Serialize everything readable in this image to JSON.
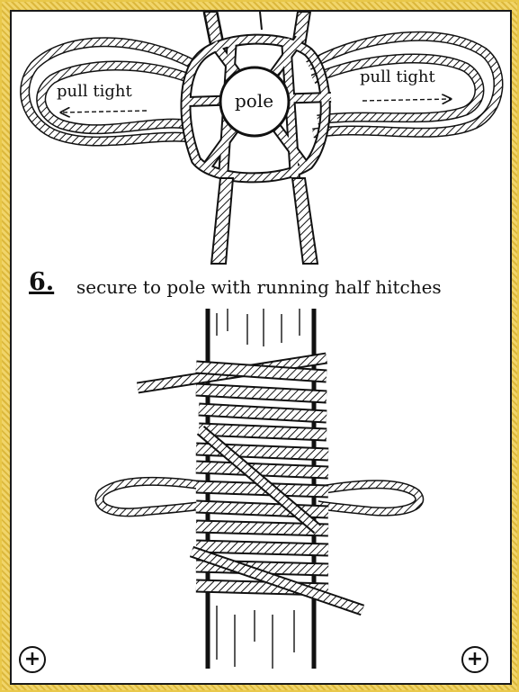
{
  "top_knot": {
    "left_label": "pull tight",
    "right_label": "pull tight",
    "center_label": "pole"
  },
  "step": {
    "number": "6.",
    "instruction": "secure to pole with running half hitches"
  },
  "controls": {
    "zoom_left_icon": "plus-circle-icon",
    "zoom_right_icon": "plus-circle-icon",
    "zoom_symbol": "+"
  },
  "colors": {
    "ink": "#111111",
    "paper": "#ffffff",
    "frame": "#e9c84a"
  }
}
